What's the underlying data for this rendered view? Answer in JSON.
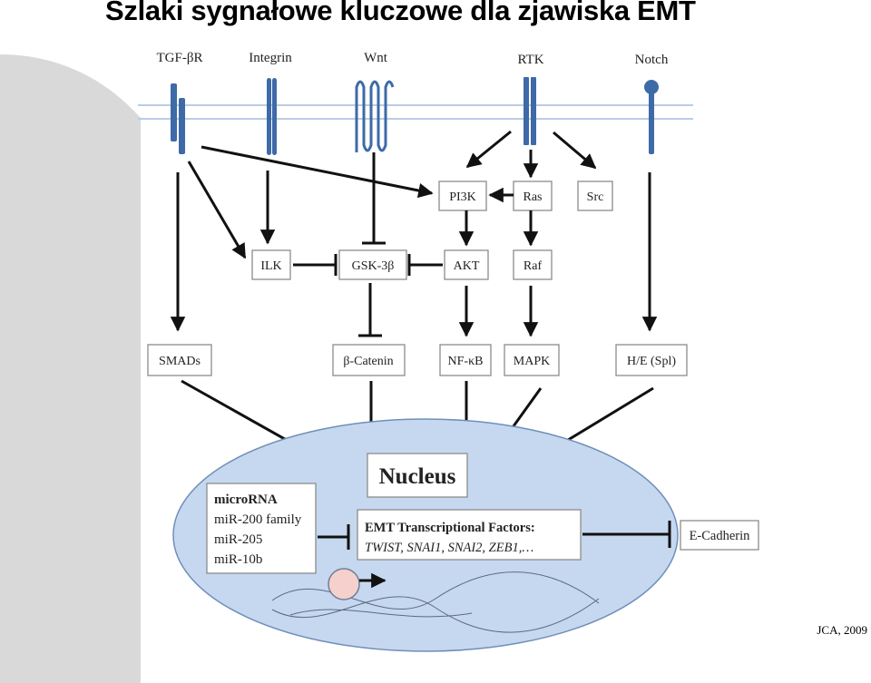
{
  "title": "Szlaki sygnałowe kluczowe  dla zjawiska EMT",
  "citation": "JCA, 2009",
  "colors": {
    "receptor": "#3e6aa8",
    "membrane": "#b8cce8",
    "nucleus_fill": "#c5d8ef",
    "nucleus_stroke": "#6f8fb9",
    "node_border": "#8c8c8c",
    "arrow": "#111111",
    "dot_fill": "#f6d0cc"
  },
  "receptors": {
    "tgfbr": "TGF-βR",
    "integrin": "Integrin",
    "wnt": "Wnt",
    "rtk": "RTK",
    "notch": "Notch"
  },
  "nodes": {
    "pi3k": "PI3K",
    "ras": "Ras",
    "src": "Src",
    "ilk": "ILK",
    "gsk3b": "GSK-3β",
    "akt": "AKT",
    "raf": "Raf",
    "smads": "SMADs",
    "bcatenin": "β-Catenin",
    "nfkb": "NF-κB",
    "mapk": "MAPK",
    "he": "H/E (Spl)"
  },
  "nucleus": {
    "label": "Nucleus",
    "microrna": {
      "heading": "microRNA",
      "items": [
        "miR-200 family",
        "miR-205",
        "miR-10b"
      ]
    },
    "emt_tf": {
      "heading": "EMT Transcriptional Factors:",
      "list": "TWIST, SNAI1, SNAI2, ZEB1,…"
    }
  },
  "ecadherin": "E-Cadherin"
}
